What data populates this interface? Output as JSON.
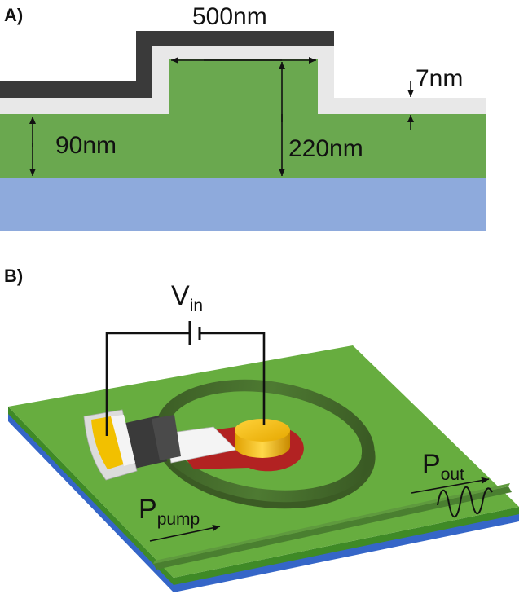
{
  "panels": {
    "a_label": "A)",
    "b_label": "B)"
  },
  "cross_section": {
    "width_label": "500nm",
    "cladding_label": "7nm",
    "slab_label": "90nm",
    "rib_label": "220nm"
  },
  "device": {
    "voltage_symbol": "V",
    "voltage_sub": "in",
    "pump_symbol": "P",
    "pump_sub": "pump",
    "out_symbol": "P",
    "out_sub": "out"
  },
  "colors": {
    "silicon": "#6aa84f",
    "substrate": "#8eaadc",
    "oxide": "#e8e8e8",
    "metal_dark": "#3a3a3a",
    "ring": "#466a2c",
    "gold": "#f2c000",
    "doped": "#b22222",
    "chip_top": "#67ad3f",
    "chip_side_blue": "#3566c8"
  }
}
